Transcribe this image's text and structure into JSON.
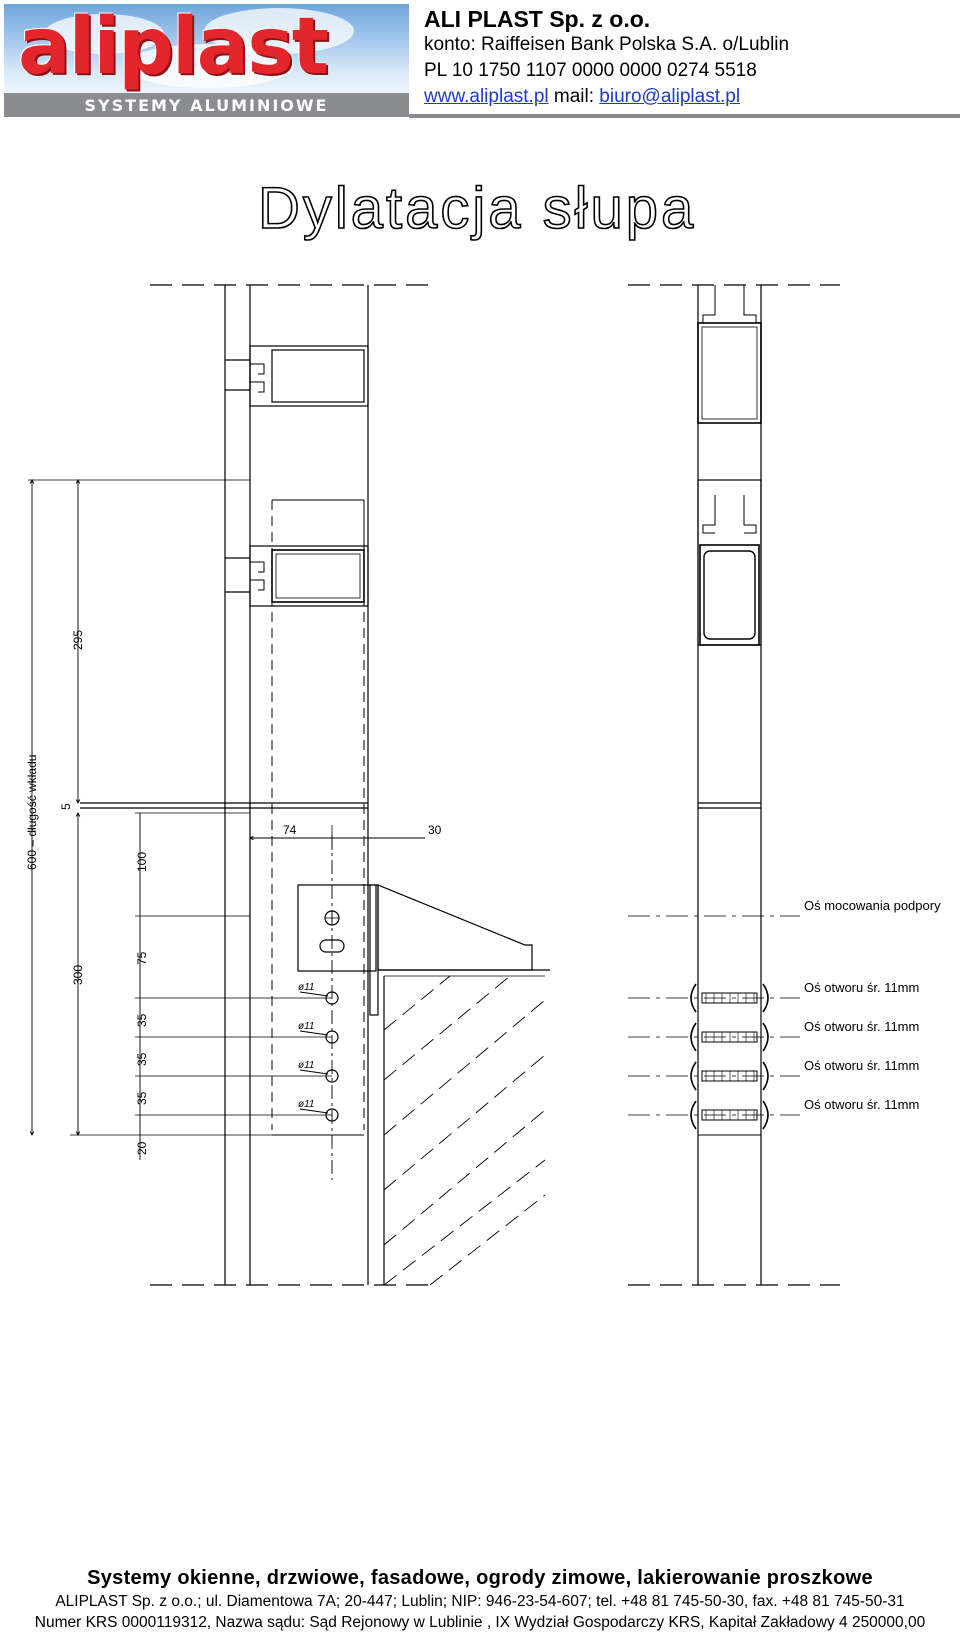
{
  "header": {
    "logo_word": "aliplast",
    "logo_subtitle": "SYSTEMY ALUMINIOWE",
    "company_name": "ALI PLAST Sp. z o.o.",
    "bank_line": "konto: Raiffeisen Bank Polska S.A. o/Lublin",
    "account_line": "PL 10 1750 1107 0000 0000 0274 5518",
    "website": "www.aliplast.pl",
    "mail_label": "mail:",
    "email": "biuro@aliplast.pl"
  },
  "drawing": {
    "title": "Dylatacja słupa",
    "dims": {
      "d600": "600 – długość wkładu",
      "d295": "295",
      "d5": "5",
      "d300": "300",
      "d100": "100",
      "d75": "75",
      "d35a": "35",
      "d35b": "35",
      "d35c": "35",
      "d20": "20",
      "d74": "74",
      "d30": "30"
    },
    "hole_label": "ø11",
    "notes": {
      "support_axis": "Oś mocowania podpory",
      "hole1": "Oś otworu śr. 11mm",
      "hole2": "Oś otworu śr. 11mm",
      "hole3": "Oś otworu śr. 11mm",
      "hole4": "Oś otworu śr. 11mm"
    }
  },
  "footer": {
    "tagline": "Systemy okienne, drzwiowe, fasadowe, ogrody zimowe, lakierowanie proszkowe",
    "address": "ALIPLAST Sp. z o.o.; ul. Diamentowa 7A; 20-447; Lublin; NIP: 946-23-54-607; tel. +48 81 745-50-30, fax. +48 81 745-50-31",
    "krs": "Numer KRS 0000119312, Nazwa sądu: Sąd Rejonowy w Lublinie , IX Wydział Gospodarczy KRS, Kapitał Zakładowy 4 250000,00"
  }
}
